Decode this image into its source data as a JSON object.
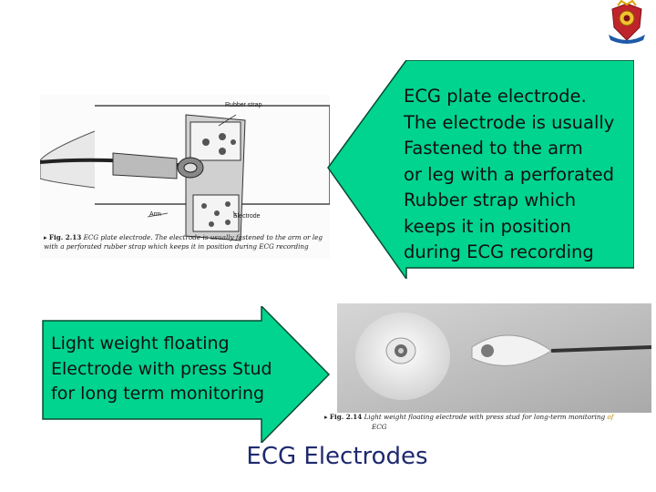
{
  "slide": {
    "title": "ECG Electrodes"
  },
  "callout_top": {
    "text": "ECG plate electrode.\nThe electrode is usually\nFastened to the arm\nor leg with a perforated\nRubber strap which\nkeeps it in position\nduring ECG recording",
    "color": "#00d48e"
  },
  "callout_bottom": {
    "text": "Light weight floating\nElectrode with press Stud\nfor long term  monitoring",
    "color": "#00d48e"
  },
  "figure_top": {
    "label_strap": "Rubber strap",
    "label_arm": "Arm",
    "label_electrode": "Electrode",
    "caption_num": "Fig. 2.13",
    "caption_text": "ECG plate electrode. The electrode is usually fastened to the arm or leg with a perforated rubber strap which keeps it in position during ECG recording"
  },
  "figure_bottom": {
    "caption_num": "Fig. 2.14",
    "caption_text": "Light weight floating electrode with press stud for long-term monitoring",
    "caption_of": "of",
    "caption_end": "ECG"
  },
  "icons": {
    "logo": "crest-logo-icon",
    "arrow": "caption-arrow-icon"
  }
}
